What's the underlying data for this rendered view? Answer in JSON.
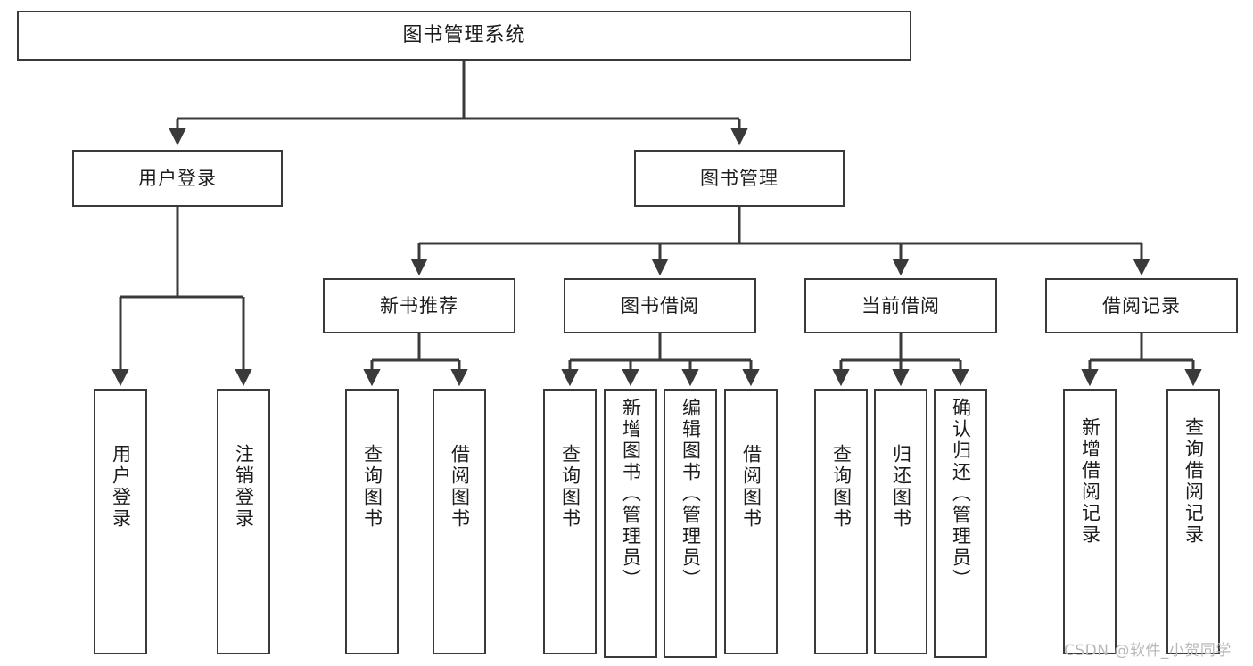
{
  "diagram": {
    "title": "图书管理系统",
    "type": "functional-structure-tree",
    "stroke_color": "#3a3a3a",
    "fill_color": "#ffffff",
    "text_color": "#1c1c1c"
  },
  "nodes": {
    "root": {
      "label": "图书管理系统"
    },
    "level2": [
      {
        "label": "用户登录"
      },
      {
        "label": "图书管理"
      }
    ],
    "level3": [
      {
        "label": "新书推荐"
      },
      {
        "label": "图书借阅"
      },
      {
        "label": "当前借阅"
      },
      {
        "label": "借阅记录"
      }
    ],
    "leaves": {
      "user_login": [
        {
          "label": "用户登录"
        },
        {
          "label": "注销登录"
        }
      ],
      "new_book_recommend": [
        {
          "label": "查询图书"
        },
        {
          "label": "借阅图书"
        }
      ],
      "book_borrow": [
        {
          "label": "查询图书"
        },
        {
          "label": "新增图书（管理员）"
        },
        {
          "label": "编辑图书（管理员）"
        },
        {
          "label": "借阅图书"
        }
      ],
      "current_borrow": [
        {
          "label": "查询图书"
        },
        {
          "label": "归还图书"
        },
        {
          "label": "确认归还（管理员）"
        }
      ],
      "borrow_records": [
        {
          "label": "新增借阅记录"
        },
        {
          "label": "查询借阅记录"
        }
      ]
    }
  },
  "watermark": {
    "text": "CSDN @软件_小贺同学"
  }
}
